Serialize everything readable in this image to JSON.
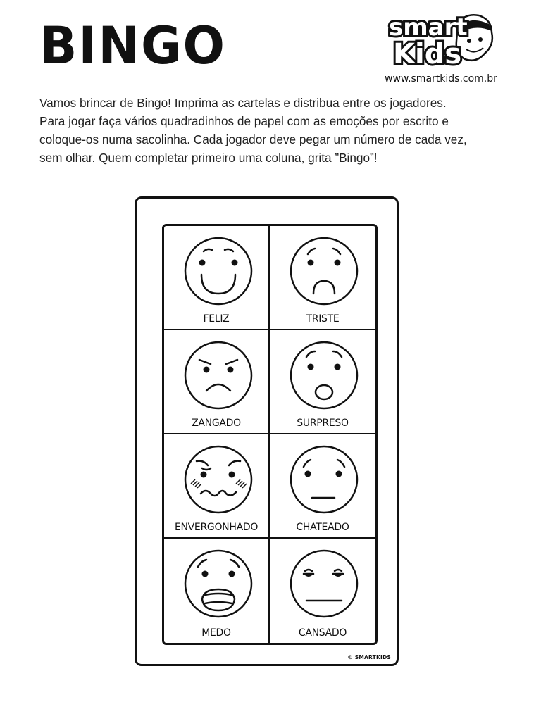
{
  "header": {
    "title": "BINGO",
    "logo_text_top": "smart",
    "logo_text_bottom": "Kids",
    "site_url": "www.smartkids.com.br"
  },
  "instructions": [
    "Vamos brincar de Bingo! Imprima as cartelas e distribua entre os jogadores.",
    "Para  jogar faça vários quadradinhos de papel com as emoções por escrito e",
    "coloque-os numa sacolinha. Cada jogador deve pegar um número de cada vez,",
    "sem olhar. Quem completar primeiro uma coluna, grita ”Bingo”!"
  ],
  "card": {
    "cells": [
      {
        "label": "FELIZ",
        "icon": "happy-face-icon"
      },
      {
        "label": "TRISTE",
        "icon": "sad-face-icon"
      },
      {
        "label": "ZANGADO",
        "icon": "angry-face-icon"
      },
      {
        "label": "SURPRESO",
        "icon": "surprised-face-icon"
      },
      {
        "label": "ENVERGONHADO",
        "icon": "embarrassed-face-icon"
      },
      {
        "label": "CHATEADO",
        "icon": "upset-face-icon"
      },
      {
        "label": "MEDO",
        "icon": "scared-face-icon"
      },
      {
        "label": "CANSADO",
        "icon": "tired-face-icon"
      }
    ],
    "copyright": "© SMARTKIDS"
  }
}
